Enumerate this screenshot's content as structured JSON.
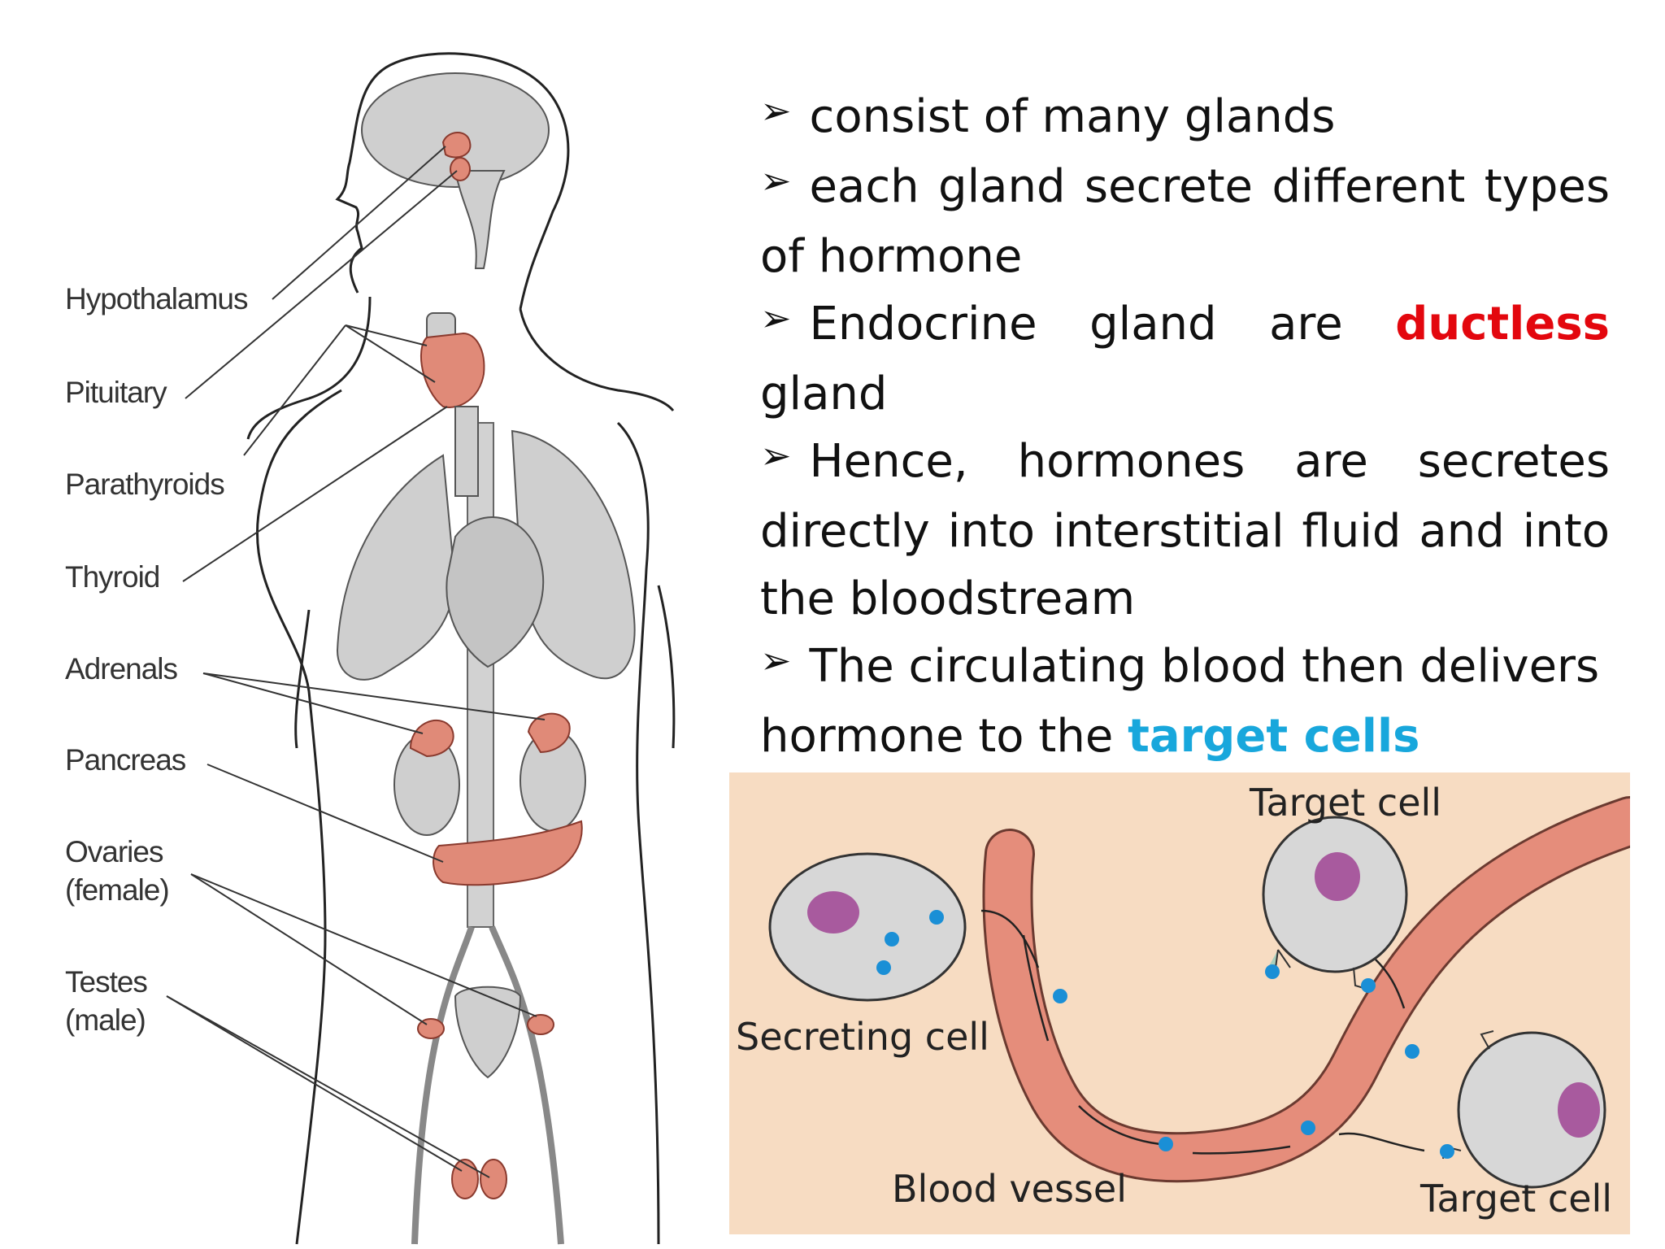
{
  "anatomy": {
    "labels": {
      "hypothalamus": "Hypothalamus",
      "pituitary": "Pituitary",
      "parathyroids": "Parathyroids",
      "thyroid": "Thyroid",
      "adrenals": "Adrenals",
      "pancreas": "Pancreas",
      "ovaries_1": "Ovaries",
      "ovaries_2": "(female)",
      "testes_1": "Testes",
      "testes_2": "(male)"
    }
  },
  "bullets": {
    "b1": "consist of many glands",
    "b2": "each gland secrete different types of hormone",
    "b3_pre": "Endocrine gland are ",
    "b3_em": "ductless",
    "b3_post": " gland",
    "b4": "Hence, hormones are  secretes directly into interstitial fluid and into the bloodstream",
    "b5_pre": "The circulating blood then delivers hormone to the ",
    "b5_em": "target cells"
  },
  "flow": {
    "secreting_cell": "Secreting cell",
    "target_cell_top": "Target cell",
    "target_cell_bottom": "Target cell",
    "blood_vessel": "Blood vessel"
  },
  "colors": {
    "ductless": "#e3070e",
    "target_cells": "#18a7dc",
    "organ": "#e08a78",
    "vessel": "#e58d7b",
    "flow_background": "#f7dcc2",
    "hormone": "#1a8fd6"
  }
}
